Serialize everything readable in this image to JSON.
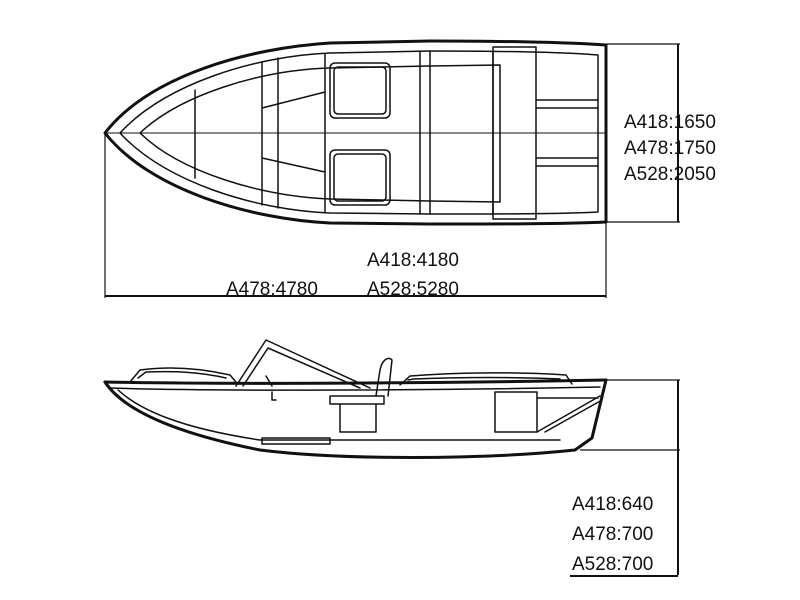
{
  "top_view": {
    "width_labels": [
      "A418:1650",
      "A478:1750",
      "A528:2050"
    ],
    "length_labels": [
      "A418:4180",
      "A478:4780",
      "A528:5280"
    ]
  },
  "side_view": {
    "height_labels": [
      "A418:640",
      "A478:700",
      "A528:700"
    ]
  }
}
